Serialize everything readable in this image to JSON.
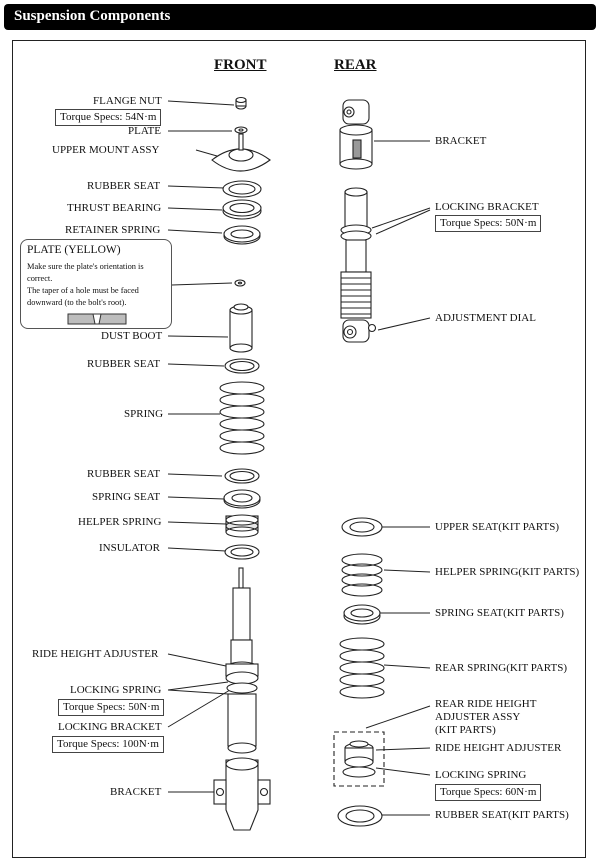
{
  "header": {
    "title": "Suspension Components"
  },
  "columns": {
    "front": "FRONT",
    "rear": "REAR"
  },
  "front_labels": {
    "flange_nut": "FLANGE NUT",
    "flange_nut_torque": "Torque Specs: 54N·m",
    "plate": "PLATE",
    "upper_mount": "UPPER MOUNT ASSY",
    "rubber_seat_1": "RUBBER SEAT",
    "thrust_bearing": "THRUST BEARING",
    "retainer_spring": "RETAINER SPRING",
    "dust_boot": "DUST BOOT",
    "rubber_seat_2": "RUBBER SEAT",
    "spring": "SPRING",
    "rubber_seat_3": "RUBBER SEAT",
    "spring_seat": "SPRING SEAT",
    "helper_spring": "HELPER SPRING",
    "insulator": "INSULATOR",
    "ride_height_adjuster": "RIDE HEIGHT ADJUSTER",
    "locking_spring": "LOCKING SPRING",
    "locking_spring_torque": "Torque Specs: 50N·m",
    "locking_bracket": "LOCKING BRACKET",
    "locking_bracket_torque": "Torque Specs: 100N·m",
    "bracket": "BRACKET"
  },
  "note": {
    "title": "PLATE (YELLOW)",
    "lines": [
      "Make sure the plate's orientation is",
      "correct.",
      "The taper of a hole must be faced",
      "downward (to the bolt's root)."
    ]
  },
  "rear_labels": {
    "bracket": "BRACKET",
    "locking_bracket": "LOCKING BRACKET",
    "locking_bracket_torque": "Torque Specs: 50N·m",
    "adjustment_dial": "ADJUSTMENT DIAL",
    "upper_seat": "UPPER SEAT(KIT PARTS)",
    "helper_spring": "HELPER SPRING(KIT PARTS)",
    "spring_seat": "SPRING SEAT(KIT PARTS)",
    "rear_spring": "REAR SPRING(KIT PARTS)",
    "adjuster_assy_1": "REAR RIDE HEIGHT",
    "adjuster_assy_2": "ADJUSTER ASSY",
    "adjuster_assy_3": "(KIT PARTS)",
    "ride_height_adjuster": "RIDE HEIGHT ADJUSTER",
    "locking_spring": "LOCKING SPRING",
    "locking_spring_torque": "Torque Specs: 60N·m",
    "rubber_seat": "RUBBER SEAT(KIT PARTS)"
  },
  "colors": {
    "header_bg": "#000000",
    "line": "#222222",
    "plate_fill": "#bdbdbd"
  }
}
